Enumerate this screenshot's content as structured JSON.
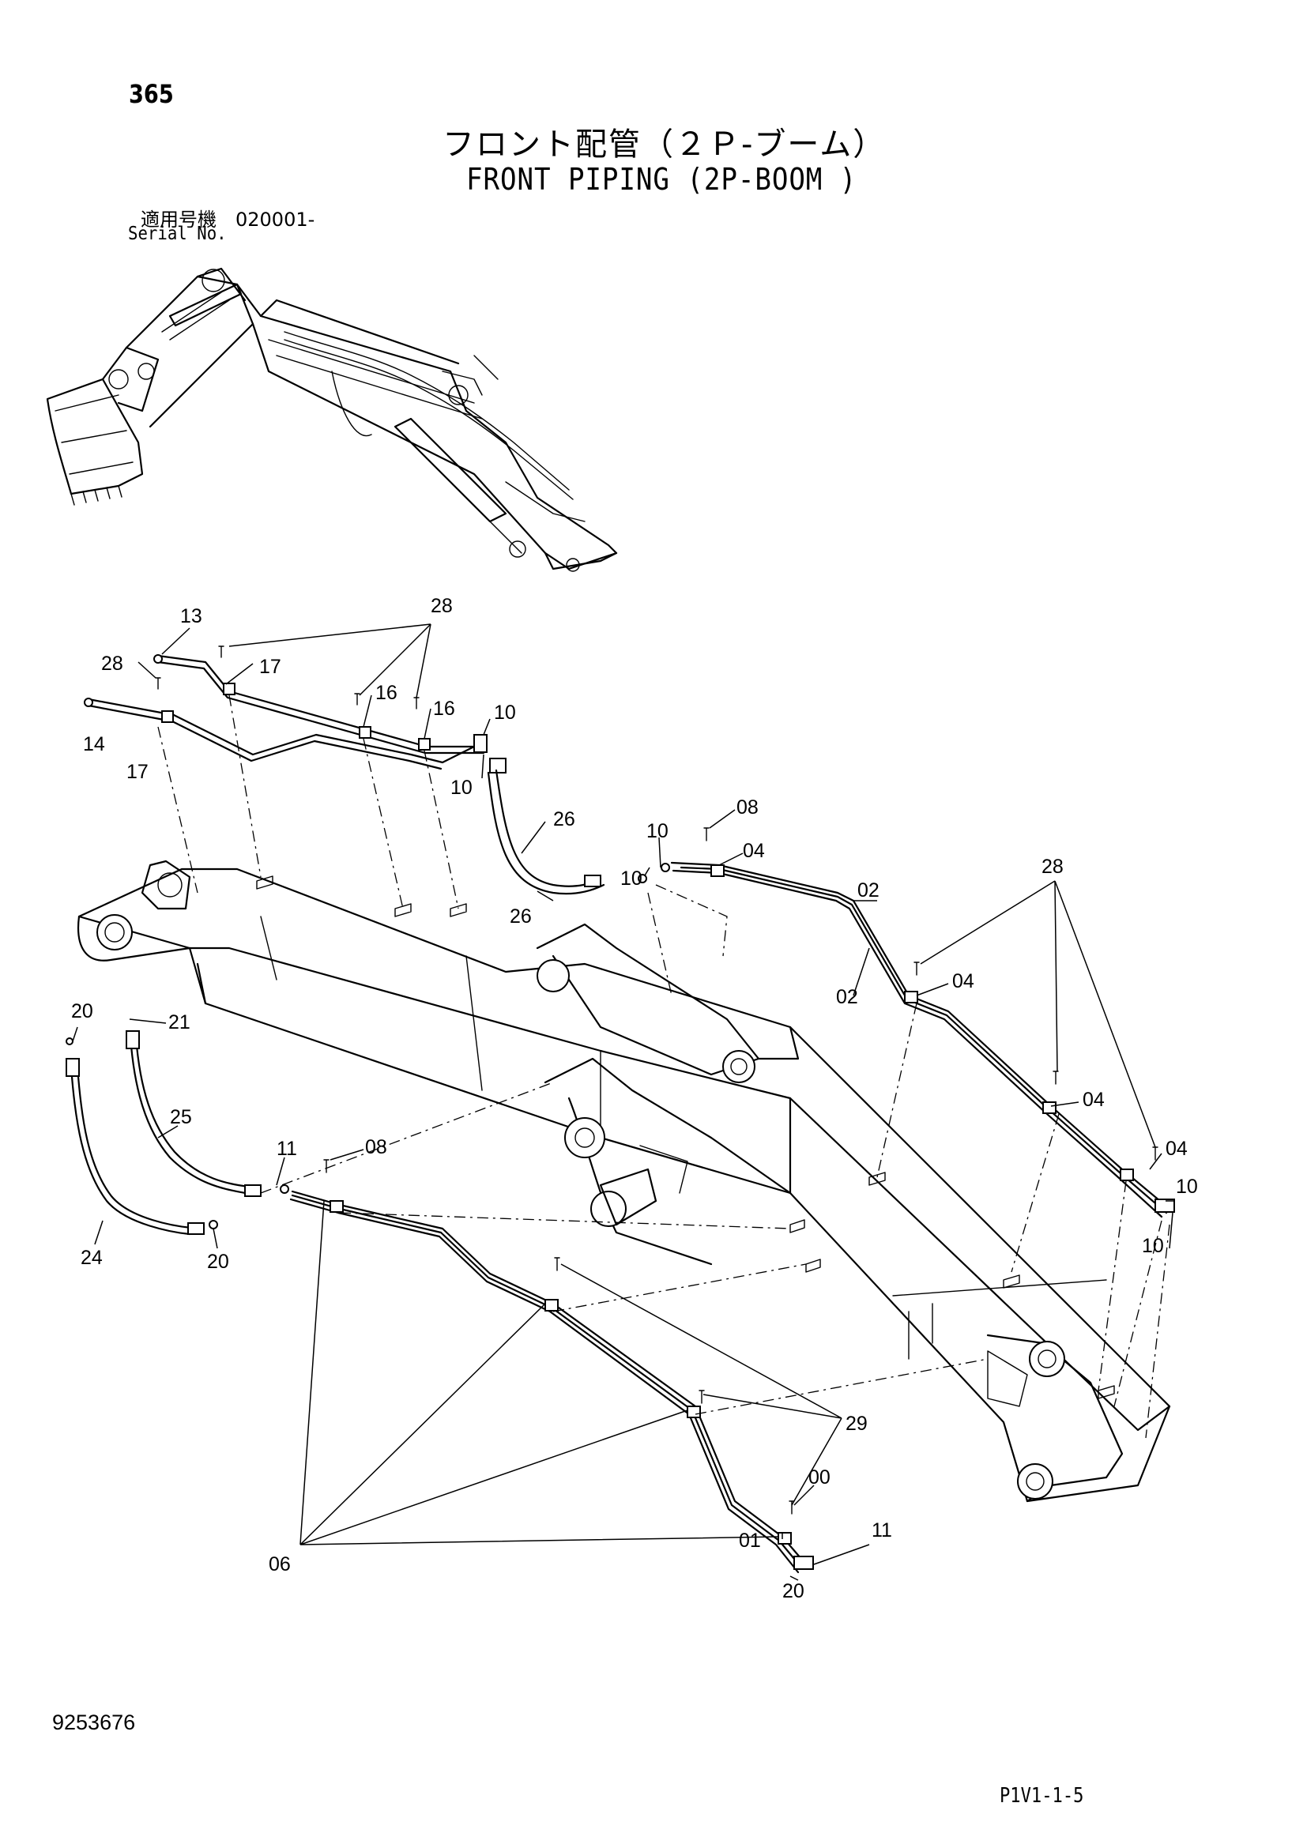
{
  "page": {
    "number": "365",
    "title_jp": "フロント配管（２Ｐ-ブーム）",
    "title_en": "FRONT PIPING (2P-BOOM )",
    "serial_label_jp": "適用号機　020001-",
    "serial_label_en": "Serial No.",
    "doc_number": "9253676",
    "page_code": "P1V1-1-5"
  },
  "callouts": [
    {
      "id": "c13",
      "text": "13"
    },
    {
      "id": "c28a",
      "text": "28"
    },
    {
      "id": "c28b",
      "text": "28"
    },
    {
      "id": "c17a",
      "text": "17"
    },
    {
      "id": "c16a",
      "text": "16"
    },
    {
      "id": "c16b",
      "text": "16"
    },
    {
      "id": "c10a",
      "text": "10"
    },
    {
      "id": "c14",
      "text": "14"
    },
    {
      "id": "c17b",
      "text": "17"
    },
    {
      "id": "c10b",
      "text": "10"
    },
    {
      "id": "c26a",
      "text": "26"
    },
    {
      "id": "c26b",
      "text": "26"
    },
    {
      "id": "c08a",
      "text": "08"
    },
    {
      "id": "c10c",
      "text": "10"
    },
    {
      "id": "c04a",
      "text": "04"
    },
    {
      "id": "c10d",
      "text": "10"
    },
    {
      "id": "c02a",
      "text": "02"
    },
    {
      "id": "c02b",
      "text": "02"
    },
    {
      "id": "c28c",
      "text": "28"
    },
    {
      "id": "c04b",
      "text": "04"
    },
    {
      "id": "c04c",
      "text": "04"
    },
    {
      "id": "c04d",
      "text": "04"
    },
    {
      "id": "c10e",
      "text": "10"
    },
    {
      "id": "c10f",
      "text": "10"
    },
    {
      "id": "c20a",
      "text": "20"
    },
    {
      "id": "c21",
      "text": "21"
    },
    {
      "id": "c25",
      "text": "25"
    },
    {
      "id": "c11a",
      "text": "11"
    },
    {
      "id": "c08b",
      "text": "08"
    },
    {
      "id": "c24",
      "text": "24"
    },
    {
      "id": "c20b",
      "text": "20"
    },
    {
      "id": "c29",
      "text": "29"
    },
    {
      "id": "c00",
      "text": "00"
    },
    {
      "id": "c01",
      "text": "01"
    },
    {
      "id": "c11b",
      "text": "11"
    },
    {
      "id": "c06",
      "text": "06"
    },
    {
      "id": "c20c",
      "text": "20"
    }
  ]
}
